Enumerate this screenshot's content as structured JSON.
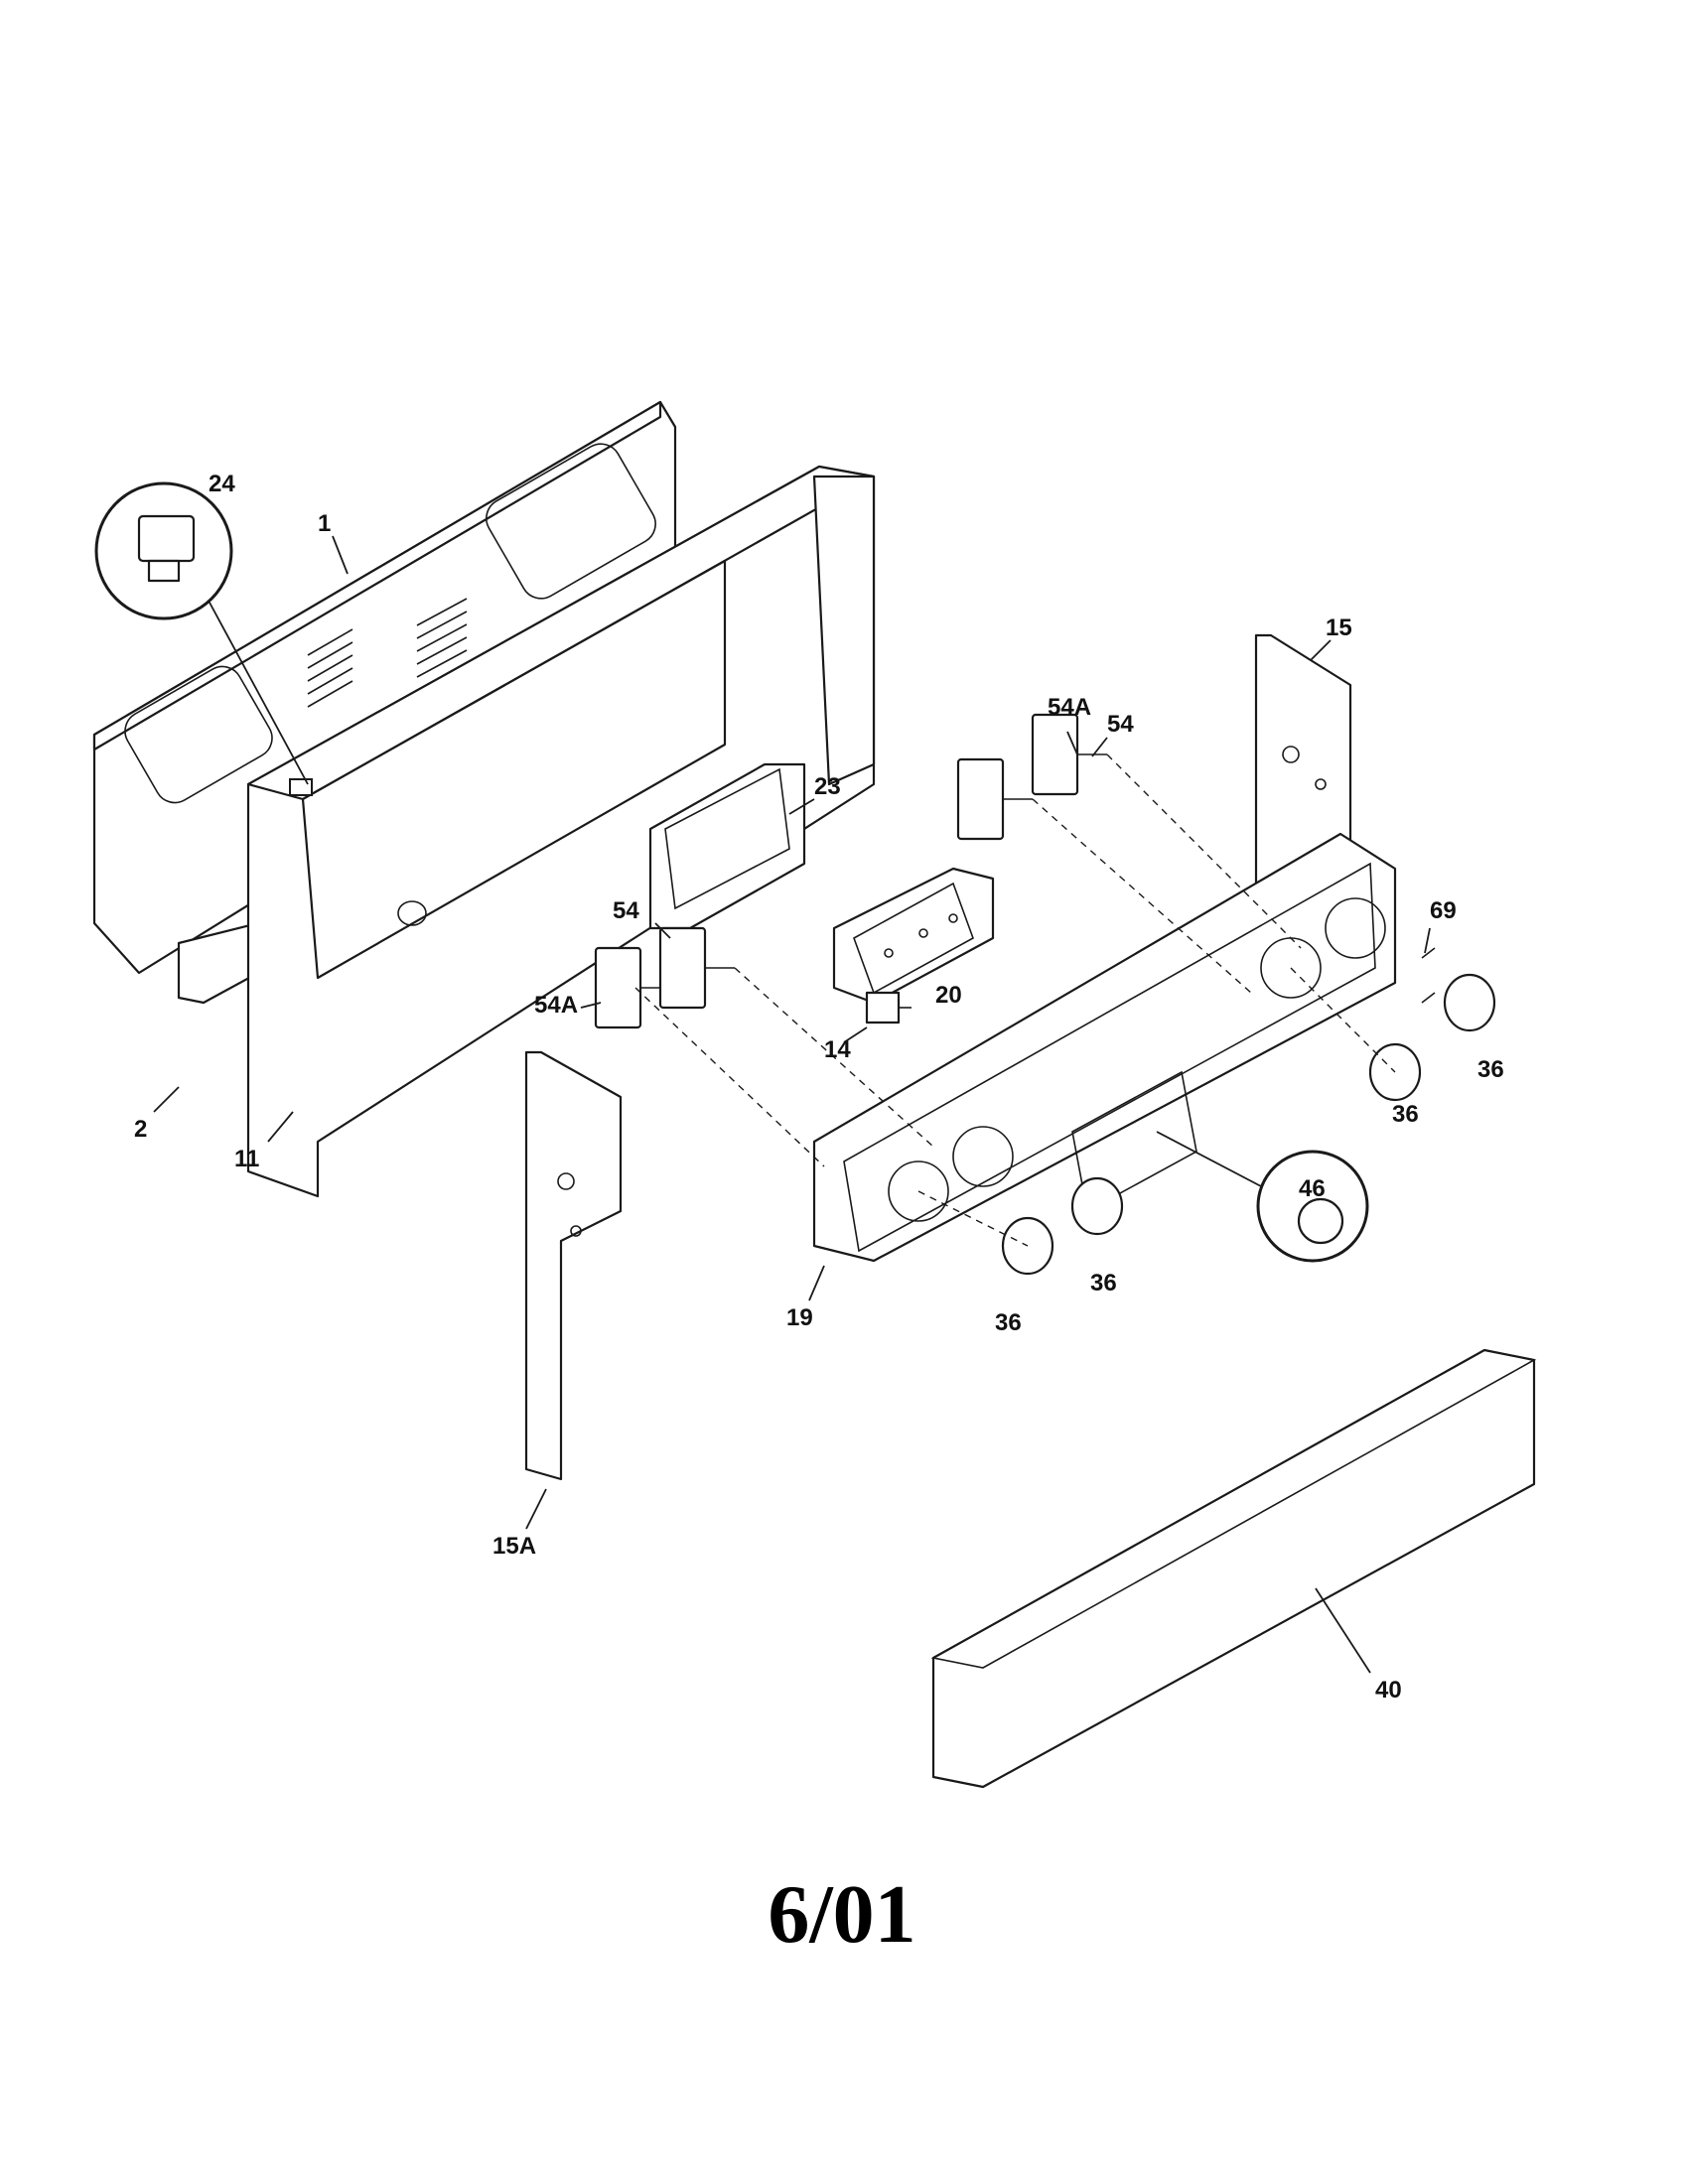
{
  "diagram": {
    "part_labels": {
      "p1": "1",
      "p2": "2",
      "p11": "11",
      "p14": "14",
      "p15": "15",
      "p15A": "15A",
      "p19": "19",
      "p20": "20",
      "p23": "23",
      "p24": "24",
      "p36a": "36",
      "p36b": "36",
      "p36c": "36",
      "p36d": "36",
      "p40": "40",
      "p46": "46",
      "p54a": "54",
      "p54b": "54",
      "p54Aa": "54A",
      "p54Ab": "54A",
      "p69": "69"
    },
    "footer_text": "6/01"
  },
  "colors": {
    "line": "#1a1a1a",
    "paper": "#ffffff"
  }
}
